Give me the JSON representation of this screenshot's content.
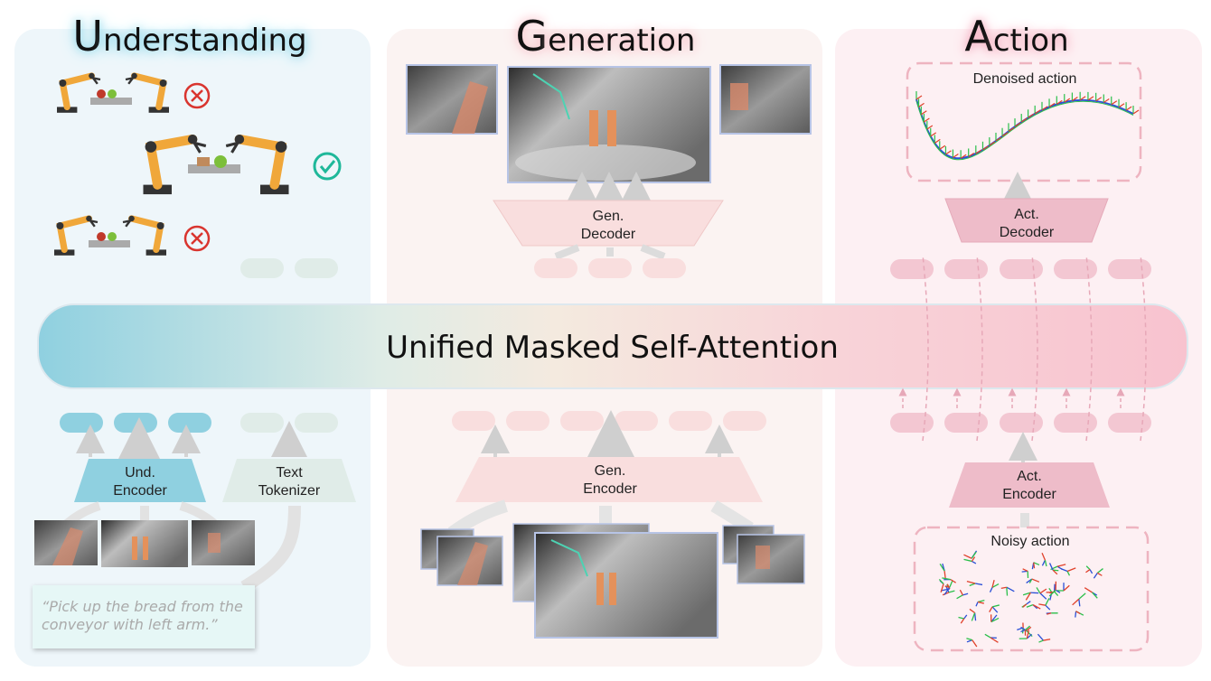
{
  "sections": {
    "understanding": {
      "cap": "U",
      "rest": "nderstanding"
    },
    "generation": {
      "cap": "G",
      "rest": "eneration"
    },
    "action": {
      "cap": "A",
      "rest": "ction"
    }
  },
  "attention_label": "Unified Masked Self-Attention",
  "understanding": {
    "encoder_line1": "Und.",
    "encoder_line2": "Encoder",
    "tokenizer_line1": "Text",
    "tokenizer_line2": "Tokenizer",
    "prompt_line1": "“Pick up the bread from the",
    "prompt_line2": "conveyor with left arm.”",
    "outcomes": [
      "wrong",
      "correct",
      "wrong"
    ]
  },
  "generation": {
    "decoder_line1": "Gen.",
    "decoder_line2": "Decoder",
    "encoder_line1": "Gen.",
    "encoder_line2": "Encoder"
  },
  "action": {
    "decoder_line1": "Act.",
    "decoder_line2": "Decoder",
    "encoder_line1": "Act.",
    "encoder_line2": "Encoder",
    "denoised_label": "Denoised action",
    "noisy_label": "Noisy action"
  },
  "colors": {
    "und_blue": "#8fd0e0",
    "text_gray": "#e0ece8",
    "gen_pink": "#f9dede",
    "act_pink": "#f3c7d2",
    "correct_green": "#1fb89a",
    "wrong_red": "#d9352f"
  }
}
